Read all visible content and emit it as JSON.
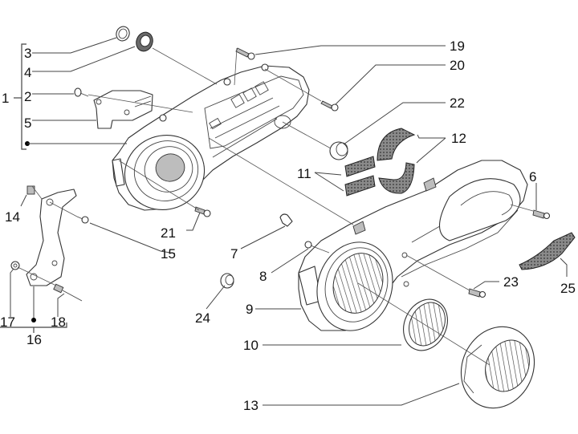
{
  "diagram": {
    "title": "",
    "labels": {
      "l1": "1",
      "l2": "2",
      "l3": "3",
      "l4": "4",
      "l5": "5",
      "l6": "6",
      "l7": "7",
      "l8": "8",
      "l9": "9",
      "l10": "10",
      "l11": "11",
      "l12": "12",
      "l13": "13",
      "l14": "14",
      "l15": "15",
      "l16": "16",
      "l17": "17",
      "l18": "18",
      "l19": "19",
      "l20": "20",
      "l21": "21",
      "l22": "22",
      "l23": "23",
      "l24": "24",
      "l25": "25"
    },
    "parts": [
      {
        "ref": "1",
        "name": "inner-transmission-cover-assembly"
      },
      {
        "ref": "2",
        "name": "screw"
      },
      {
        "ref": "3",
        "name": "snap-ring"
      },
      {
        "ref": "4",
        "name": "bearing"
      },
      {
        "ref": "5",
        "name": "cover-plate"
      },
      {
        "ref": "6",
        "name": "screw"
      },
      {
        "ref": "7",
        "name": "cable-clip"
      },
      {
        "ref": "8",
        "name": "screw"
      },
      {
        "ref": "9",
        "name": "outer-transmission-cover"
      },
      {
        "ref": "10",
        "name": "air-intake-grille"
      },
      {
        "ref": "11",
        "name": "rubber-pads"
      },
      {
        "ref": "12",
        "name": "rubber-blocks"
      },
      {
        "ref": "13",
        "name": "air-intake-cover"
      },
      {
        "ref": "14",
        "name": "clip"
      },
      {
        "ref": "15",
        "name": "screw"
      },
      {
        "ref": "16",
        "name": "bracket-assembly"
      },
      {
        "ref": "17",
        "name": "washer"
      },
      {
        "ref": "18",
        "name": "pin"
      },
      {
        "ref": "19",
        "name": "screw"
      },
      {
        "ref": "20",
        "name": "screw"
      },
      {
        "ref": "21",
        "name": "screw"
      },
      {
        "ref": "22",
        "name": "bushing"
      },
      {
        "ref": "23",
        "name": "screw"
      },
      {
        "ref": "24",
        "name": "hose-clamp"
      },
      {
        "ref": "25",
        "name": "trim-strip"
      }
    ]
  }
}
